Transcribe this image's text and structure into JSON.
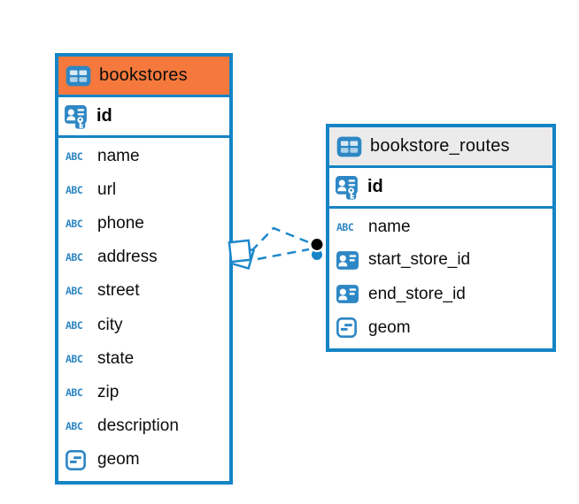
{
  "diagram": {
    "background_color": "#ffffff",
    "accent_blue": "#1484C6",
    "icon_labels": {
      "text_type": "ABC"
    },
    "icons": {
      "table": "table-grid-icon",
      "pk": "user-key-icon",
      "text": "abc-icon",
      "reference": "user-card-icon",
      "geometry": "geometry-box-icon",
      "anchor": "black-dot-marker",
      "badge": "overlapping-squares-icon"
    },
    "tables": [
      {
        "name": "bookstores",
        "header_color": "#F5793C",
        "pk": {
          "name": "id",
          "type": "pk"
        },
        "columns": [
          {
            "name": "name",
            "type": "text"
          },
          {
            "name": "url",
            "type": "text"
          },
          {
            "name": "phone",
            "type": "text"
          },
          {
            "name": "address",
            "type": "text"
          },
          {
            "name": "street",
            "type": "text"
          },
          {
            "name": "city",
            "type": "text"
          },
          {
            "name": "state",
            "type": "text"
          },
          {
            "name": "zip",
            "type": "text"
          },
          {
            "name": "description",
            "type": "text"
          },
          {
            "name": "geom",
            "type": "geometry"
          }
        ]
      },
      {
        "name": "bookstore_routes",
        "header_color": "#EBEBEB",
        "pk": {
          "name": "id",
          "type": "pk"
        },
        "columns": [
          {
            "name": "name",
            "type": "text"
          },
          {
            "name": "start_store_id",
            "type": "reference"
          },
          {
            "name": "end_store_id",
            "type": "reference"
          },
          {
            "name": "geom",
            "type": "geometry"
          }
        ]
      }
    ],
    "relationship": {
      "style": "dashed",
      "line_color": "#1E88CB",
      "anchor_color": "#000000",
      "secondary_anchor_color": "#1484C6"
    }
  }
}
